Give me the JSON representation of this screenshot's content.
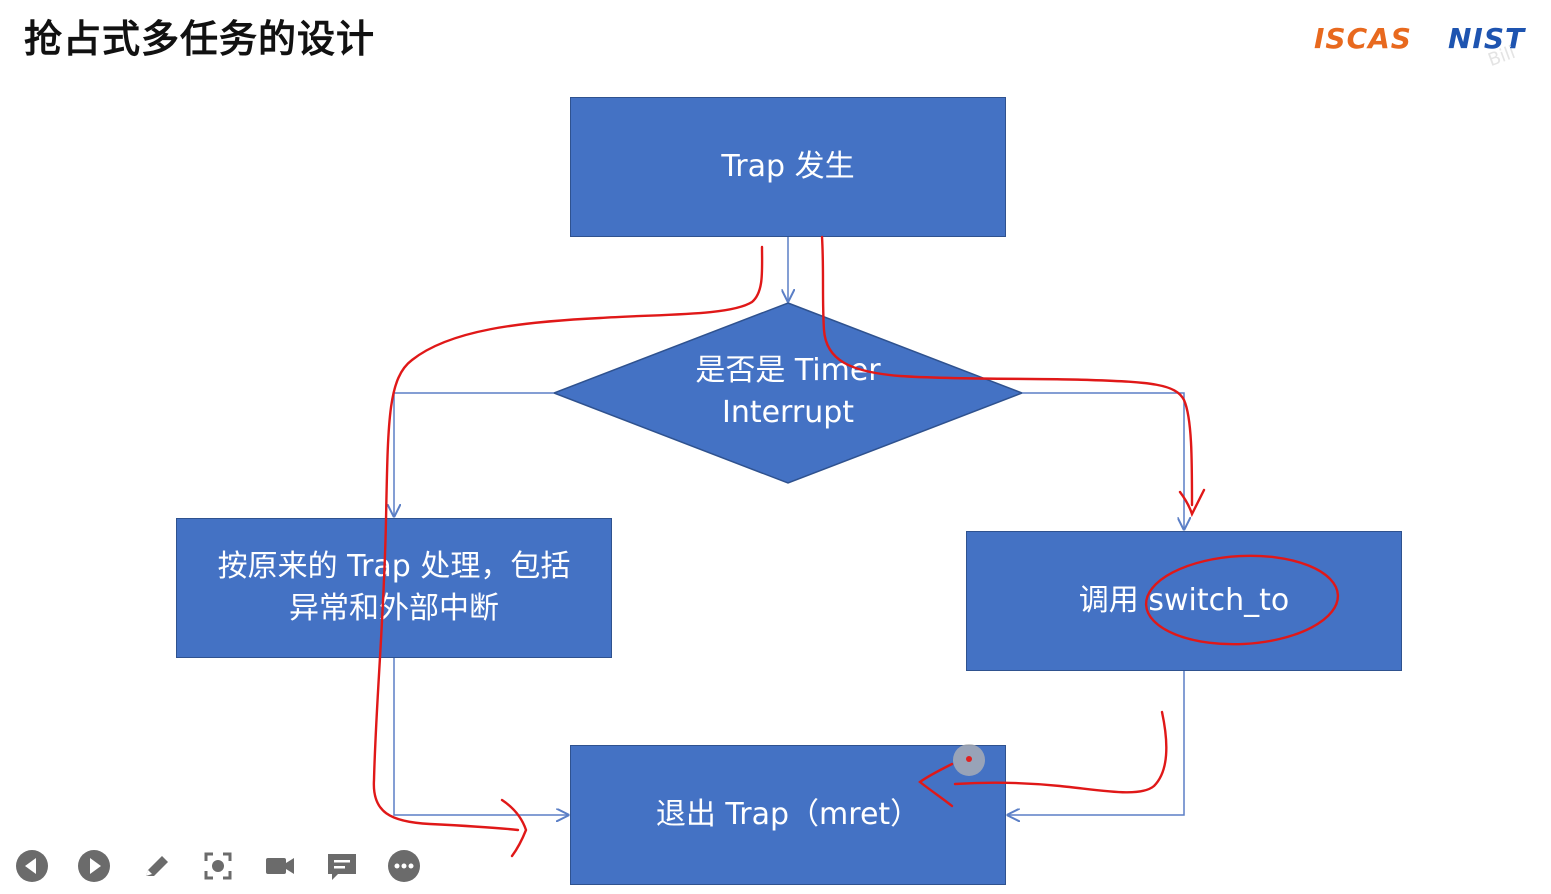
{
  "title": "抢占式多任务的设计",
  "logos": {
    "iscas": "ISCAS",
    "nist": "NIST",
    "watermark": "Bili"
  },
  "flowchart": {
    "trap_occurs": "Trap 发生",
    "decision": {
      "line1": "是否是 Timer",
      "line2": "Interrupt"
    },
    "original_handling": {
      "line1": "按原来的 Trap 处理，包括",
      "line2": "异常和外部中断"
    },
    "call_switch": "调用 switch_to",
    "exit_trap": "退出 Trap（mret）"
  },
  "colors": {
    "box_fill": "#4472c4",
    "box_border": "#2f528f",
    "connector": "#5b7fc6",
    "annotation_ink": "#e01818"
  },
  "toolbar": {
    "icons": [
      "prev-icon",
      "next-icon",
      "pen-icon",
      "screenshot-icon",
      "camera-icon",
      "chat-icon",
      "more-icon"
    ]
  }
}
